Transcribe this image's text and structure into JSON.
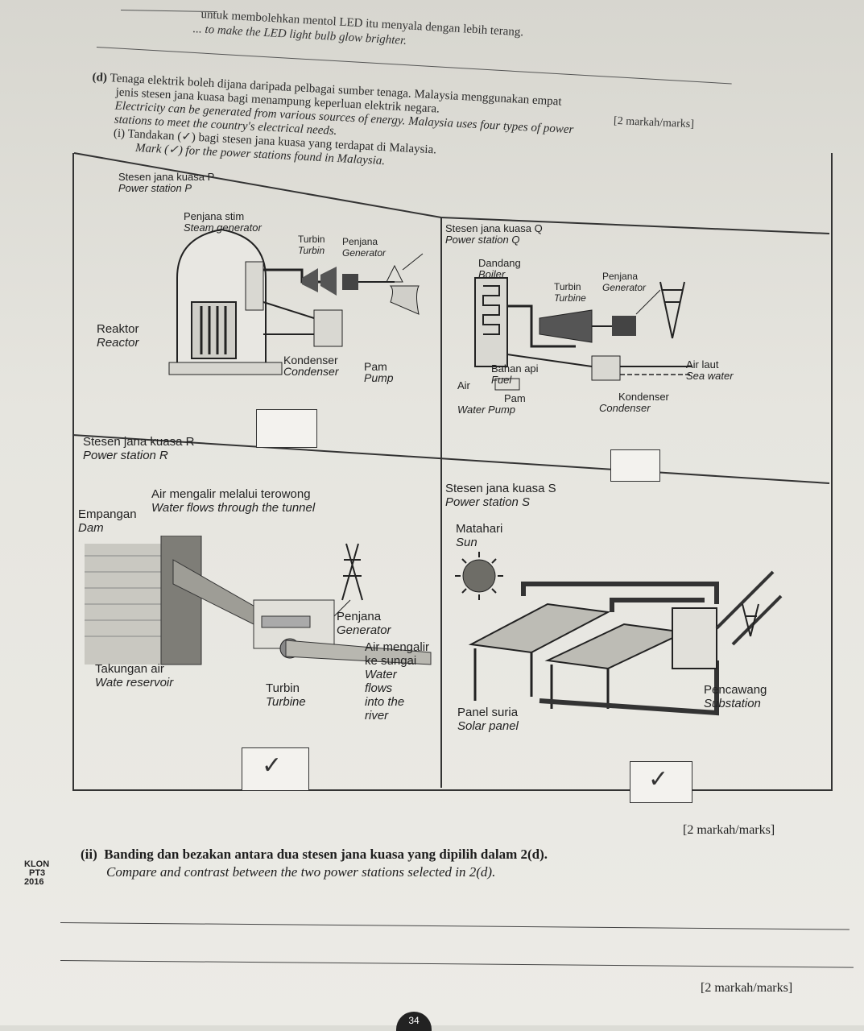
{
  "header": {
    "line1_ms": "untuk membolehkan mentol LED itu menyala dengan lebih terang.",
    "line2_en": "... to make the LED light bulb glow brighter."
  },
  "marks_top": "[2 markah/marks]",
  "question_d": {
    "label": "(d)",
    "ms_1": "Tenaga elektrik boleh dijana daripada pelbagai sumber tenaga. Malaysia menggunakan empat",
    "ms_2": "jenis stesen jana kuasa bagi menampung keperluan elektrik negara.",
    "en_1": "Electricity can be generated from various sources of energy. Malaysia uses four types of power",
    "en_2": "stations to meet the country's electrical needs.",
    "sub_i_ms": "(i)  Tandakan (✓) bagi stesen jana kuasa yang terdapat di Malaysia.",
    "sub_i_en": "Mark (✓) for the power stations found in Malaysia."
  },
  "station_p": {
    "name_ms": "Stesen jana kuasa P",
    "name_en": "Power station P",
    "labels": {
      "steam_ms": "Penjana stim",
      "steam_en": "Steam generator",
      "turbine_ms": "Turbin",
      "turbine_en": "Turbin",
      "generator_ms": "Penjana",
      "generator_en": "Generator",
      "reactor_ms": "Reaktor",
      "reactor_en": "Reactor",
      "condenser_ms": "Kondenser",
      "condenser_en": "Condenser",
      "pump_ms": "Pam",
      "pump_en": "Pump"
    },
    "checked": ""
  },
  "station_q": {
    "name_ms": "Stesen jana kuasa Q",
    "name_en": "Power station Q",
    "labels": {
      "boiler_ms": "Dandang",
      "boiler_en": "Boiler",
      "turbine_ms": "Turbin",
      "turbine_en": "Turbine",
      "generator_ms": "Penjana",
      "generator_en": "Generator",
      "fuel_ms": "Bahan api",
      "fuel_en": "Fuel",
      "air": "Air",
      "pump_ms": "Pam",
      "pump_en": "Water Pump",
      "seawater_ms": "Air laut",
      "seawater_en": "Sea water",
      "condenser_ms": "Kondenser",
      "condenser_en": "Condenser"
    },
    "checked": ""
  },
  "station_r": {
    "name_ms": "Stesen jana kuasa R",
    "name_en": "Power station R",
    "labels": {
      "tunnel_ms": "Air mengalir melalui terowong",
      "tunnel_en": "Water flows through the tunnel",
      "dam_ms": "Empangan",
      "dam_en": "Dam",
      "generator_ms": "Penjana",
      "generator_en": "Generator",
      "river_ms_1": "Air mengalir",
      "river_ms_2": "ke sungai",
      "river_en_1": "Water",
      "river_en_2": "flows",
      "river_en_3": "into the",
      "river_en_4": "river",
      "reservoir_ms": "Takungan air",
      "reservoir_en": "Wate reservoir",
      "turbine_ms": "Turbin",
      "turbine_en": "Turbine"
    },
    "checked": "✓"
  },
  "station_s": {
    "name_ms": "Stesen jana kuasa S",
    "name_en": "Power station S",
    "labels": {
      "sun_ms": "Matahari",
      "sun_en": "Sun",
      "substation_ms": "Pencawang",
      "substation_en": "Substation",
      "panel_ms": "Panel suria",
      "panel_en": "Solar panel"
    },
    "checked": "✓"
  },
  "marks_table": "[2 markah/marks]",
  "question_ii": {
    "label": "(ii)",
    "ms": "Banding dan bezakan antara dua stesen jana kuasa yang dipilih dalam 2(d).",
    "en": "Compare and contrast between the two power stations selected in 2(d)."
  },
  "klon": {
    "a": "KLON",
    "b": "PT3",
    "c": "2016"
  },
  "marks_bottom": "[2 markah/marks]",
  "page_number": "34"
}
